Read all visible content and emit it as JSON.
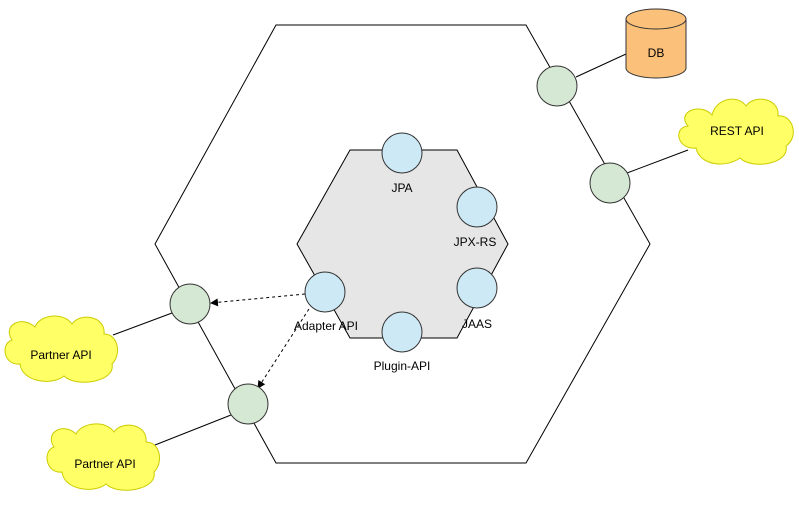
{
  "colors": {
    "outline": "#000000",
    "outer_hex_fill": "#ffffff",
    "inner_hex_fill": "#e6e6e6",
    "port_fill": "#d5e8d4",
    "port_stroke": "#333333",
    "inner_port_fill": "#cce9f5",
    "cloud_fill": "#ffff66",
    "db_fill": "#fbc07a",
    "db_stroke": "#333333"
  },
  "labels": {
    "db": "DB",
    "rest_api": "REST API",
    "partner_api_1": "Partner API",
    "partner_api_2": "Partner API",
    "jpa": "JPA",
    "jpx_rs": "JPX-RS",
    "jaas": "JAAS",
    "plugin_api": "Plugin-API",
    "adapter_api": "Adapter API"
  }
}
